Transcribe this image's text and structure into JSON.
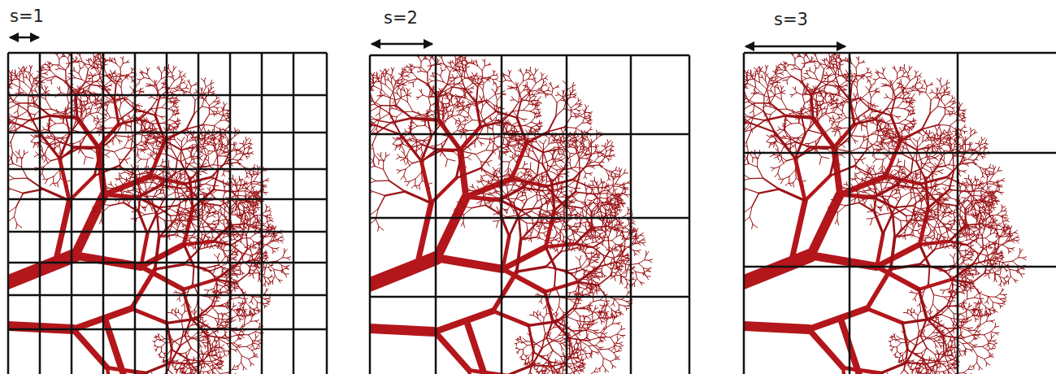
{
  "diagram": {
    "labels": [
      "s=1",
      "s=2",
      "s=3"
    ]
  }
}
